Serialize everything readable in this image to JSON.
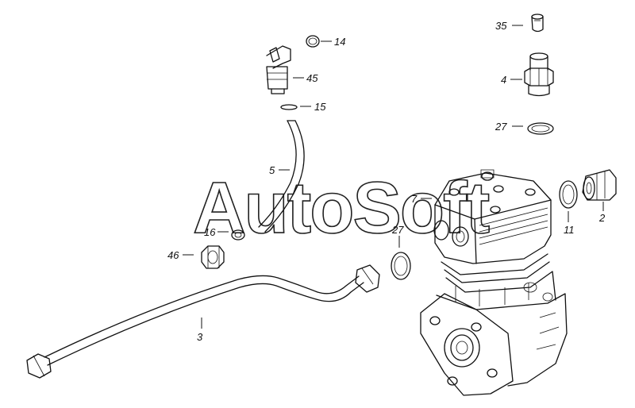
{
  "watermark": "AutoSoft",
  "callouts": {
    "c35": "35",
    "c14": "14",
    "c4": "4",
    "c45": "45",
    "c15": "15",
    "c27a": "27",
    "c5": "5",
    "c7": "7",
    "c11": "11",
    "c2": "2",
    "c16": "16",
    "c27b": "27",
    "c46": "46",
    "c3": "3"
  }
}
